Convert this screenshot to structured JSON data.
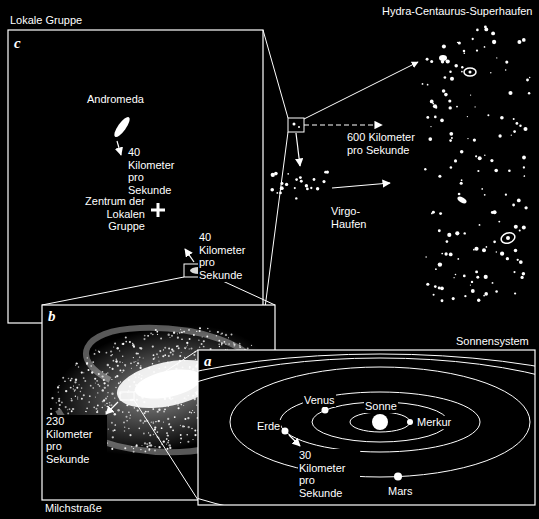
{
  "diagram": {
    "nodes": [
      {
        "text": [
          "Lokale Gruppe",
          "c"
        ]
      },
      {
        "text": [
          "b",
          "Milchstraße"
        ]
      },
      {
        "text": [
          "Sonnensystem",
          "a"
        ]
      }
    ],
    "labels": [
      "Hydra-Centaurus-Superhaufen",
      "600 Kilometer pro Sekunde",
      "Virgo-Haufen",
      "Andromeda",
      "40 Kilometer pro Sekunde",
      "Zentrum der Lokalen Gruppe",
      "40 Kilometer pro Sekunde",
      "230 Kilometer pro Sekunde",
      "Venus",
      "Sonne",
      "Merkur",
      "Erde",
      "30 Kilometer pro Sekunde",
      "Mars"
    ]
  }
}
